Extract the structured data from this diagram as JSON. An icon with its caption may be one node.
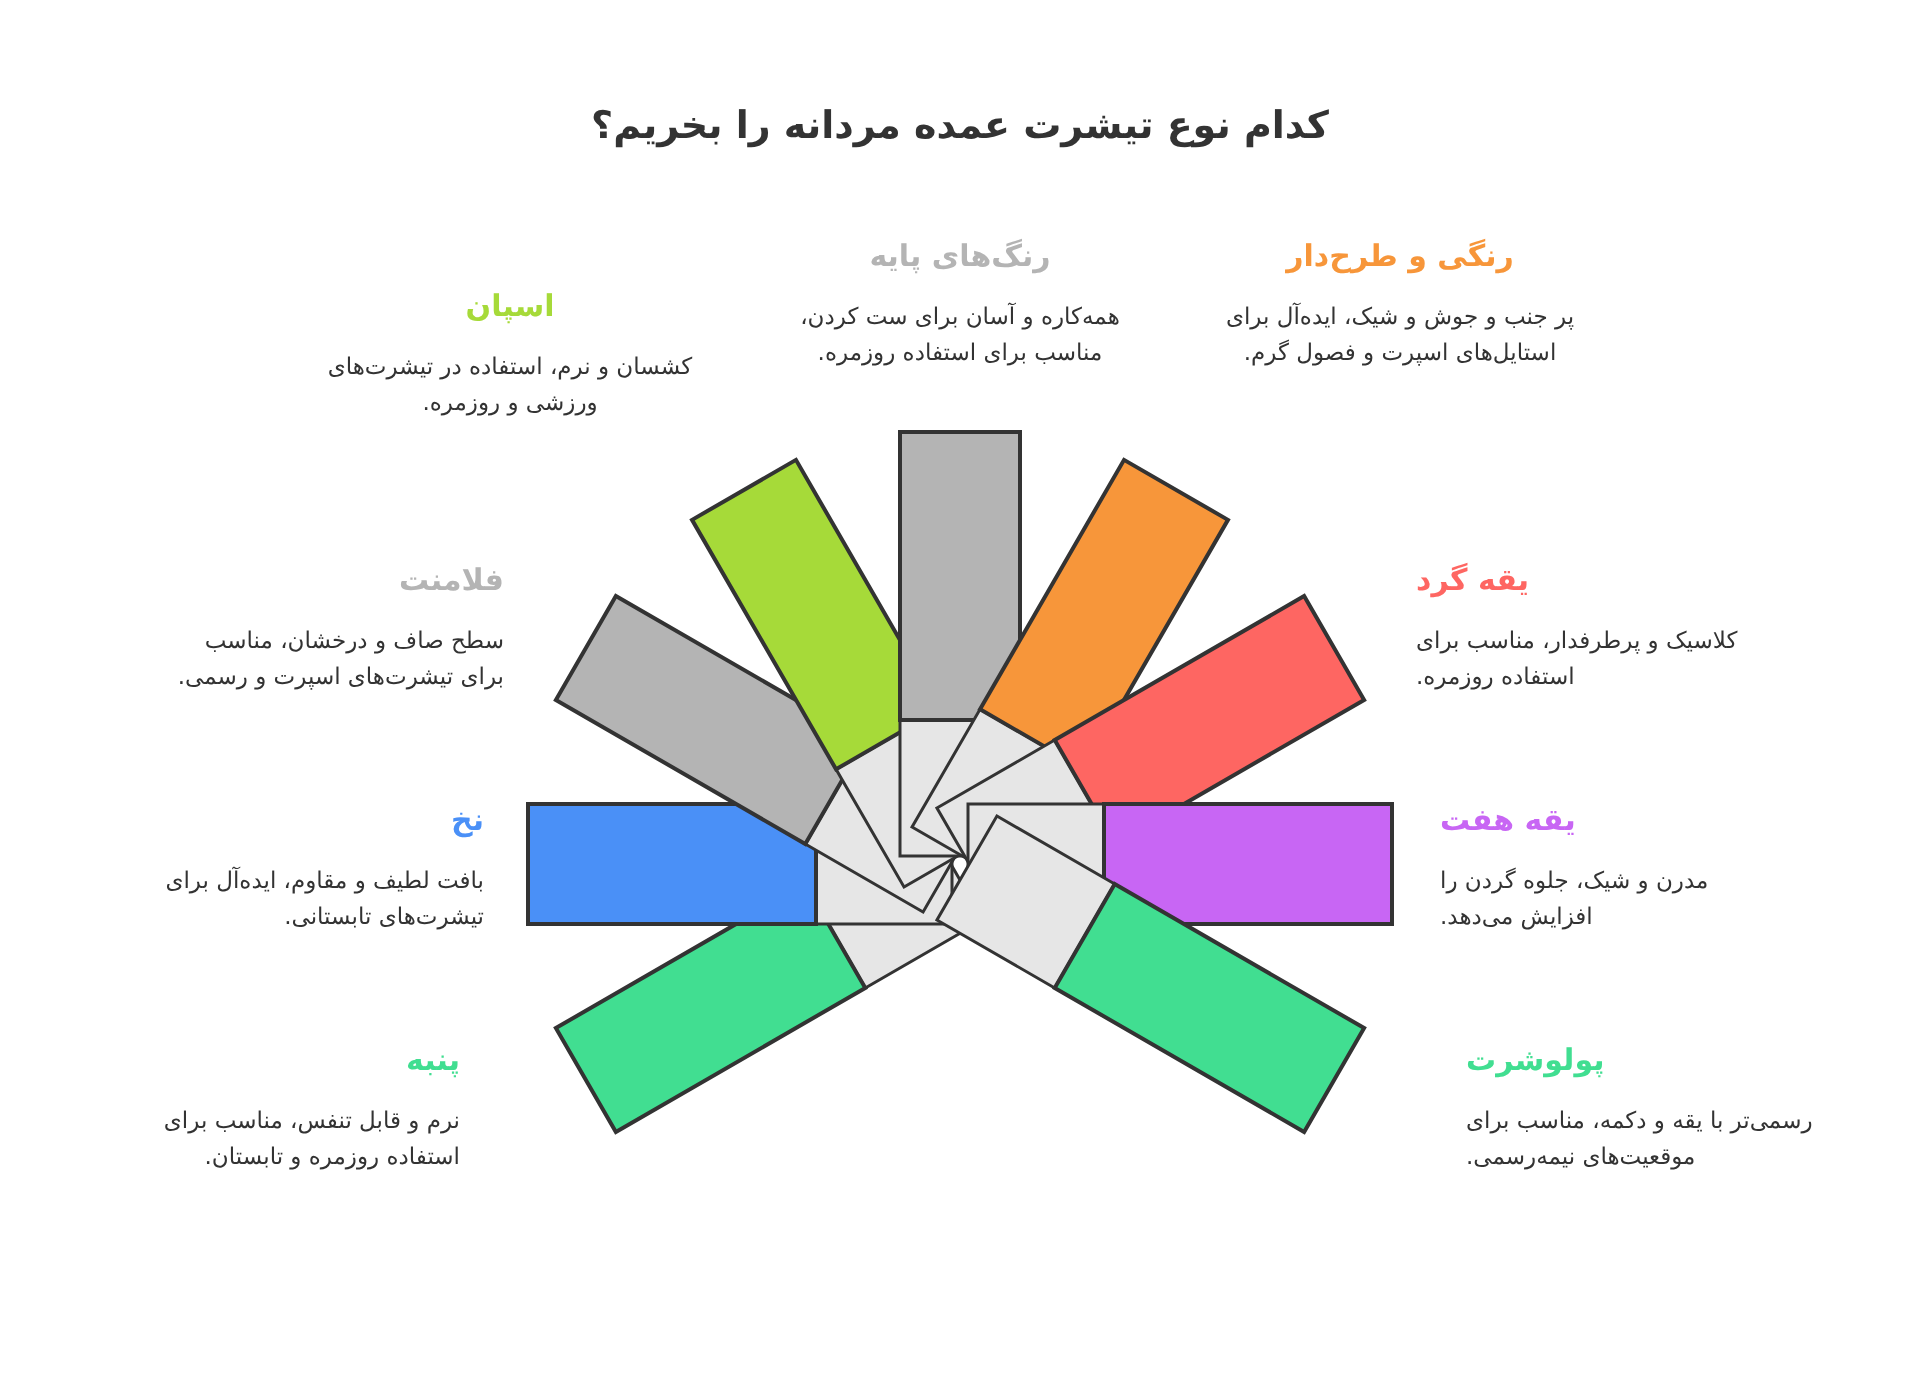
{
  "diagram": {
    "title": "کدام نوع تیشرت عمده مردانه را بخریم؟",
    "nodes": [
      {
        "text": [
          "اسپان",
          "کشسان و نرم، استفاده در تیشرت‌های ورزشی و روزمره."
        ]
      },
      {
        "text": [
          "رنگ‌های پایه",
          "همه‌کاره و آسان برای ست کردن، مناسب برای استفاده روزمره."
        ]
      },
      {
        "text": [
          "رنگی و طرح‌دار",
          "پر جنب و جوش و شیک، ایده‌آل برای استایل‌های اسپرت و فصول گرم."
        ]
      },
      {
        "text": [
          "فلامنت",
          "سطح صاف و درخشان، مناسب برای تیشرت‌های اسپرت و رسمی."
        ]
      },
      {
        "text": [
          "یقه گرد",
          "کلاسیک و پرطرفدار، مناسب برای استفاده روزمره."
        ]
      },
      {
        "text": [
          "نخ",
          "بافت لطیف و مقاوم، ایده‌آل برای تیشرت‌های تابستانی."
        ]
      },
      {
        "text": [
          "یقه هفت",
          "مدرن و شیک، جلوه گردن را افزایش می‌دهد."
        ]
      },
      {
        "text": [
          "پنبه",
          "نرم و قابل تنفس، مناسب برای استفاده روزمره و تابستان."
        ]
      },
      {
        "text": [
          "پولوشرت",
          "رسمی‌تر با یقه و دکمه، مناسب برای موقعیت‌های نیمه‌رسمی."
        ]
      }
    ]
  }
}
